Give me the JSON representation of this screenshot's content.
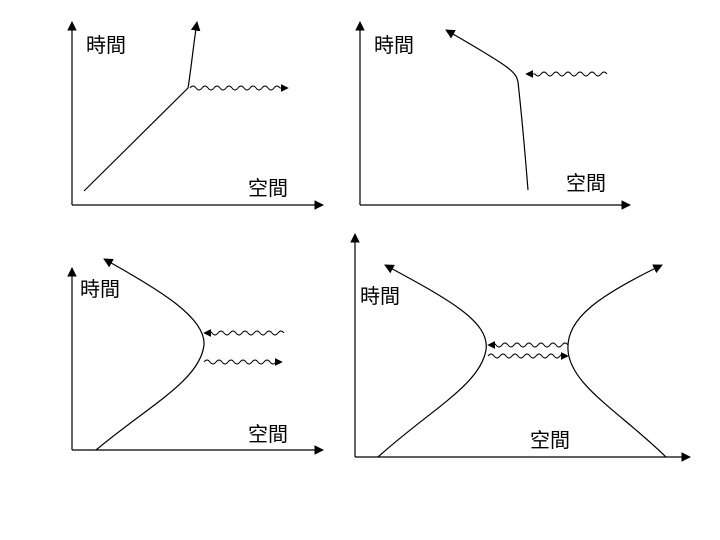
{
  "panels": [
    {
      "time_label": "時間",
      "space_label": "空間"
    },
    {
      "time_label": "時間",
      "space_label": "空間"
    },
    {
      "time_label": "時間",
      "space_label": "空間"
    },
    {
      "time_label": "時間",
      "space_label": "空間"
    }
  ]
}
